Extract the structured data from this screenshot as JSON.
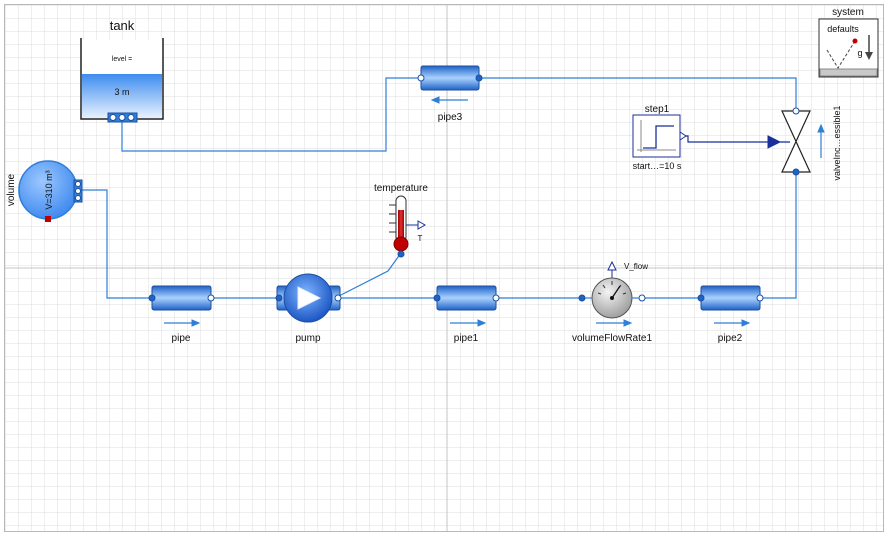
{
  "colors": {
    "wire": "#2f7fd8",
    "pipe_light": "#a9d1ff",
    "pipe_dark": "#1f63c6",
    "sensor_red": "#c00000",
    "grid_minor": "#dddddd",
    "grid_major": "#c4c4c4"
  },
  "labels": {
    "tank": "tank",
    "tank_level": "level =",
    "tank_value": "3 m",
    "volume": "volume",
    "volume_param": "V=310 m³",
    "pipe": "pipe",
    "pipe1": "pipe1",
    "pipe2": "pipe2",
    "pipe3": "pipe3",
    "pump": "pump",
    "temperature": "temperature",
    "temperature_port": "T",
    "flow_sensor": "volumeFlowRate1",
    "flow_port": "V_flow",
    "step": "step1",
    "step_param": "start…=10 s",
    "valve": "valveInc…essible1",
    "system": "system",
    "system_defaults": "defaults",
    "system_g": "g"
  },
  "icons": {
    "tank": "tank-icon",
    "pipe": "pipe-icon",
    "pump": "pump-icon",
    "volume": "vessel-icon",
    "thermometer": "thermometer-icon",
    "flow_meter": "gauge-icon",
    "step": "step-signal-icon",
    "valve": "valve-icon",
    "system": "system-defaults-icon",
    "flow_arrow": "arrow-right-icon"
  }
}
